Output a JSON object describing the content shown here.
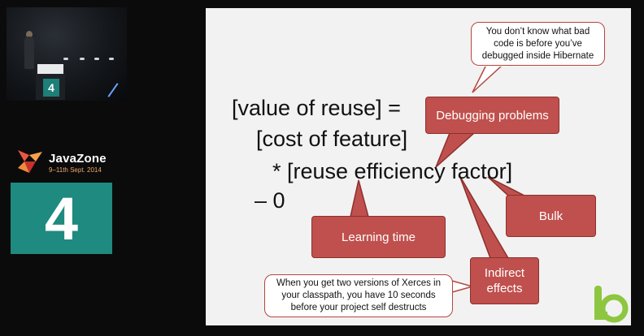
{
  "sidebar": {
    "logo": {
      "title": "JavaZone",
      "dates": "9–11th Sept. 2014"
    },
    "track_number": "4"
  },
  "slide": {
    "formula": {
      "line1": "[value of reuse] =",
      "line2": "[cost of feature]",
      "line3": "* [reuse efficiency factor]",
      "line4": "– 0"
    },
    "callouts": {
      "debugging": "Debugging problems",
      "bulk": "Bulk",
      "learning": "Learning time",
      "indirect": "Indirect effects"
    },
    "bubbles": {
      "hibernate": "You don’t know what bad code is before you’ve debugged inside Hibernate",
      "xerces": "When you get two versions of Xerces in your classpath, you have 10 seconds before your project self destructs"
    }
  },
  "colors": {
    "callout_red": "#c0504d",
    "track_teal": "#1e8a80",
    "logo_green": "#8dc63f"
  }
}
